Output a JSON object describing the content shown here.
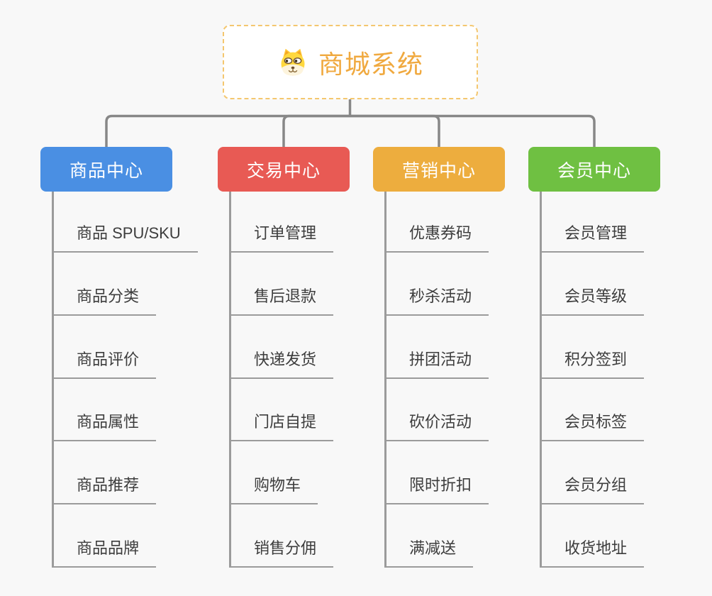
{
  "root": {
    "title": "商城系统",
    "icon": "dog-face-icon",
    "title_color": "#f0a93f",
    "border_color": "#f4c76f"
  },
  "branches": [
    {
      "label": "商品中心",
      "color": "#4a8fe3",
      "children": [
        "商品 SPU/SKU",
        "商品分类",
        "商品评价",
        "商品属性",
        "商品推荐",
        "商品品牌"
      ]
    },
    {
      "label": "交易中心",
      "color": "#e85a54",
      "children": [
        "订单管理",
        "售后退款",
        "快递发货",
        "门店自提",
        "购物车",
        "销售分佣"
      ]
    },
    {
      "label": "营销中心",
      "color": "#edad3e",
      "children": [
        "优惠券码",
        "秒杀活动",
        "拼团活动",
        "砍价活动",
        "限时折扣",
        "满减送"
      ]
    },
    {
      "label": "会员中心",
      "color": "#6fc042",
      "children": [
        "会员管理",
        "会员等级",
        "积分签到",
        "会员标签",
        "会员分组",
        "收货地址"
      ]
    }
  ],
  "colors": {
    "connector": "#878787",
    "sub_line": "#9b9b9b",
    "sub_text": "#3d3d3d",
    "canvas_bg": "#f8f8f8"
  }
}
